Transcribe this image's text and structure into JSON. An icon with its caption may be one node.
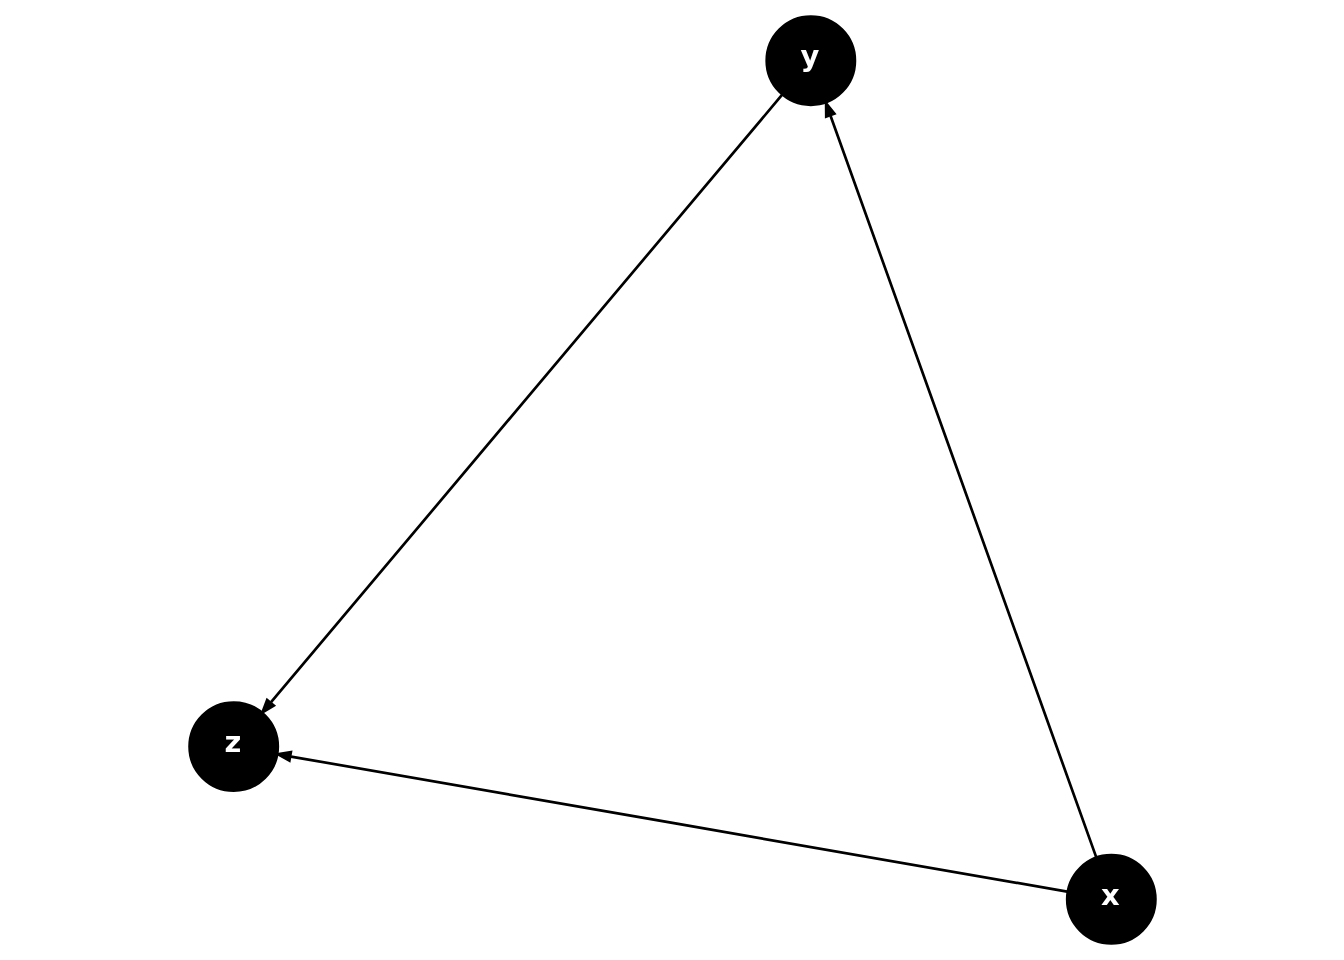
{
  "diagram": {
    "nodes": [
      {
        "text": [
          "y"
        ]
      },
      {
        "text": [
          "z"
        ]
      },
      {
        "text": [
          "x"
        ]
      }
    ],
    "edges": [
      {
        "from": 0,
        "to": 1,
        "arrow": "to"
      },
      {
        "from": 2,
        "to": 1,
        "arrow": "to"
      },
      {
        "from": 2,
        "to": 0,
        "arrow": "to"
      }
    ]
  }
}
